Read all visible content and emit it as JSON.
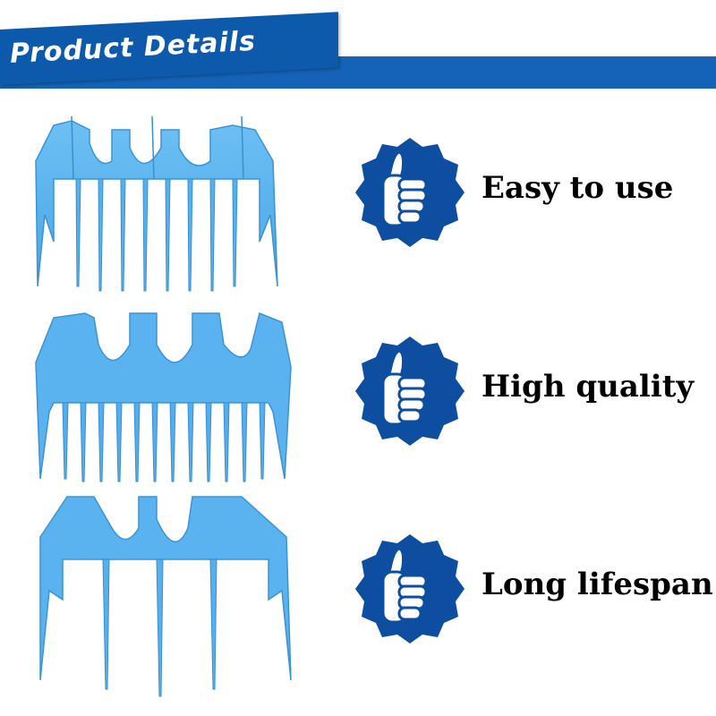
{
  "banner": {
    "title": "Product Details"
  },
  "colors": {
    "brand_blue": "#1463b8",
    "badge_blue": "#0d4ea0",
    "comb_blue": "#5fb4ee"
  },
  "features": [
    {
      "label": "Easy to use",
      "icon": "thumbs-up-icon"
    },
    {
      "label": "High quality",
      "icon": "thumbs-up-icon"
    },
    {
      "label": "Long lifespan",
      "icon": "thumbs-up-icon"
    }
  ],
  "images": [
    {
      "name": "comb-guide-large",
      "depicts": "blue clipper comb guard"
    },
    {
      "name": "comb-guide-medium",
      "depicts": "blue clipper comb guard"
    },
    {
      "name": "comb-guide-small",
      "depicts": "blue clipper comb guard"
    }
  ]
}
